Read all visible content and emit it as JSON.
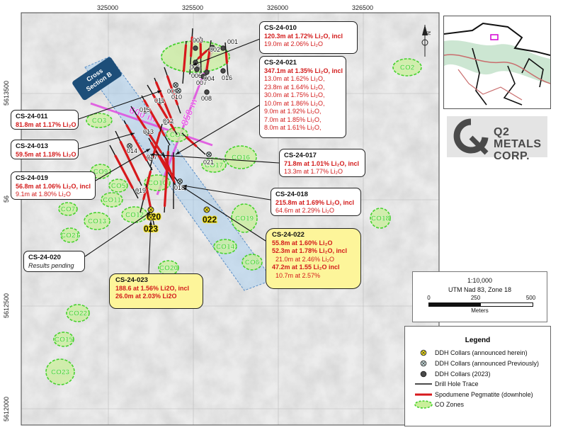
{
  "map": {
    "x_ticks": [
      "325000",
      "325500",
      "326000",
      "326500"
    ],
    "y_ticks": [
      "5613500",
      "56",
      "5612500",
      "5612000"
    ],
    "cross_section": "Cross Section B",
    "dist_600": "600 m",
    "dist_850": "850 m"
  },
  "collars": [
    {
      "label": "003",
      "kind": "2023"
    },
    {
      "label": "001",
      "kind": "2023"
    },
    {
      "label": "002",
      "kind": "2023"
    },
    {
      "label": "005",
      "kind": "2023"
    },
    {
      "label": "006",
      "kind": "2023"
    },
    {
      "label": "007",
      "kind": "2023"
    },
    {
      "label": "004",
      "kind": "2023"
    },
    {
      "label": "016",
      "kind": "2023"
    },
    {
      "label": "008",
      "kind": "2023"
    },
    {
      "label": "009",
      "kind": "previous"
    },
    {
      "label": "010",
      "kind": "previous"
    },
    {
      "label": "011",
      "kind": "previous"
    },
    {
      "label": "015",
      "kind": "previous"
    },
    {
      "label": "013",
      "kind": "previous"
    },
    {
      "label": "012",
      "kind": "previous"
    },
    {
      "label": "014",
      "kind": "previous"
    },
    {
      "label": "017",
      "kind": "previous"
    },
    {
      "label": "021",
      "kind": "previous"
    },
    {
      "label": "018",
      "kind": "previous"
    },
    {
      "label": "019",
      "kind": "previous"
    },
    {
      "label": "020",
      "kind": "herein"
    },
    {
      "label": "023",
      "kind": "herein"
    },
    {
      "label": "022",
      "kind": "herein"
    }
  ],
  "co_zones": [
    "CO2",
    "CO3",
    "CO4",
    "CO16",
    "CO17",
    "CO9",
    "CO5",
    "CO10",
    "CO11",
    "CO12",
    "CO7",
    "CO13",
    "CO21",
    "CO19",
    "CO18",
    "CO14",
    "CO6",
    "CO20",
    "CO22",
    "CO15",
    "CO23"
  ],
  "callouts": [
    {
      "title": "CS-24-010",
      "lines": [
        {
          "text": "120.3m at 1.72% Li₂O, incl",
          "bold": true
        },
        {
          "text": "19.0m at 2.06% Li₂O",
          "bold": false
        }
      ]
    },
    {
      "title": "CS-24-021",
      "lines": [
        {
          "text": "347.1m at 1.35% Li₂O, incl",
          "bold": true
        },
        {
          "text": "13.0m at 1.62% Li₂O,",
          "bold": false
        },
        {
          "text": "23.8m at 1.64% Li₂O,",
          "bold": false
        },
        {
          "text": "30.0m at 1.75% Li₂O,",
          "bold": false
        },
        {
          "text": "10.0m at 1.86% Li₂O,",
          "bold": false
        },
        {
          "text": "9.0m at 1.92% Li₂O,",
          "bold": false
        },
        {
          "text": "7.0m at 1.85% Li₂O,",
          "bold": false
        },
        {
          "text": "8.0m at 1.61% Li₂O,",
          "bold": false
        }
      ]
    },
    {
      "title": "CS-24-011",
      "lines": [
        {
          "text": "81.8m at 1.17% Li₂O",
          "bold": true
        }
      ]
    },
    {
      "title": "CS-24-013",
      "lines": [
        {
          "text": "59.5m at 1.18% Li₂O",
          "bold": true
        }
      ]
    },
    {
      "title": "CS-24-019",
      "lines": [
        {
          "text": "56.8m at 1.06% Li₂O, incl",
          "bold": true
        },
        {
          "text": "9.1m at 1.80% Li₂O",
          "bold": false
        }
      ]
    },
    {
      "title": "CS-24-017",
      "lines": [
        {
          "text": "71.8m at 1.01% Li₂O, incl",
          "bold": true
        },
        {
          "text": "13.3m at 1.77% Li₂O",
          "bold": false
        }
      ]
    },
    {
      "title": "CS-24-018",
      "lines": [
        {
          "text": "215.8m at 1.69% Li₂O, incl",
          "bold": true
        },
        {
          "text": "64.6m at 2.29% Li₂O",
          "bold": false
        }
      ]
    },
    {
      "title": "CS-24-020",
      "lines": [],
      "note": "Results pending"
    },
    {
      "title": "CS-24-022",
      "lines": [
        {
          "text": "55.8m at 1.60% Li₂O",
          "bold": true
        },
        {
          "text": "52.3m at 1.78% Li₂O, incl",
          "bold": true
        },
        {
          "text": "21.0m at 2.46% Li₂O",
          "bold": false
        },
        {
          "text": "47.2m at 1.55 Li₂O incl",
          "bold": true
        },
        {
          "text": "10.7m at 2.57%",
          "bold": false
        }
      ]
    },
    {
      "title": "CS-24-023",
      "lines": [
        {
          "text": "188.6 at 1.56% Li2O, incl",
          "bold": true
        },
        {
          "text": "26.0m at 2.03% Li2O",
          "bold": true
        }
      ]
    }
  ],
  "logo": {
    "line1": "Q2 METALS",
    "line2": "CORP."
  },
  "scale": {
    "ratio": "1:10,000",
    "datum": "UTM Nad 83, Zone 18",
    "ticks": [
      "0",
      "250",
      "500"
    ],
    "unit": "Meters"
  },
  "legend": {
    "title": "Legend",
    "items": [
      "DDH Collars (announced herein)",
      "DDH Collars (announced Previously)",
      "DDH Collars (2023)",
      "Drill Hole Trace",
      "Spodumene Pegmatite (downhole)",
      "CO Zones"
    ]
  },
  "north": "N",
  "colors": {
    "pegmatite": "#d7191c",
    "co_zone": "#46d12e",
    "co_fill": "#c9ef9a",
    "section": "#9ec9f0",
    "distance": "#e04ce0",
    "collar_new": "#f5e31a",
    "callout_yellow": "#fdf59a"
  }
}
